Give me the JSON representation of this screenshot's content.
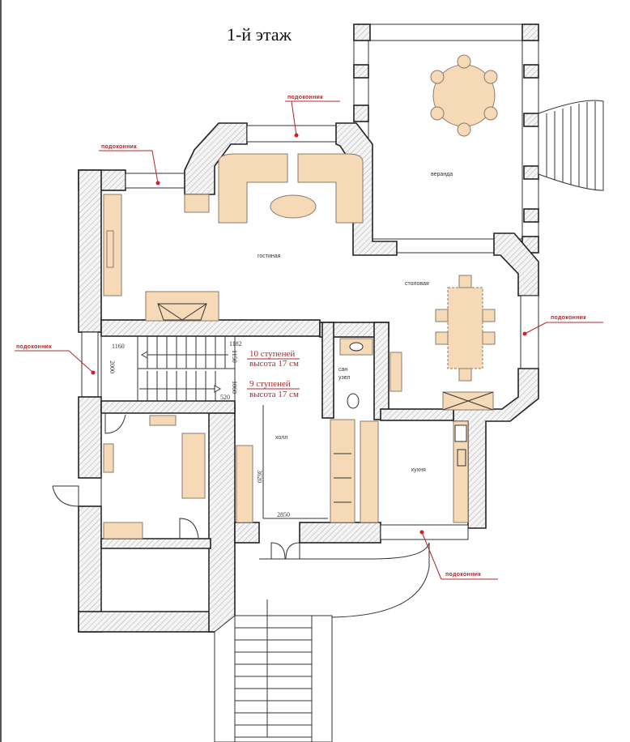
{
  "title": "1-й этаж",
  "rooms": {
    "living": "гостиная",
    "veranda": "веранда",
    "dining": "столовая",
    "bathroom_line1": "сан",
    "bathroom_line2": "узел",
    "hall": "холл",
    "kitchen": "кухня"
  },
  "notes": {
    "sill": "подоконник"
  },
  "stairs": {
    "upper_steps": "10 ступеней",
    "upper_height": "высота 17 см",
    "lower_steps": "9 ступеней",
    "lower_height": "высота 17 см"
  },
  "dimensions": {
    "d1160": "1160",
    "d2000": "2000",
    "d1182": "1182",
    "d1150": "1150",
    "d1060": "1060",
    "d520": "520",
    "d3620": "3620",
    "d2850": "2850"
  },
  "colors": {
    "furniture": "#f6d9b7",
    "annotation": "#b0282c"
  }
}
